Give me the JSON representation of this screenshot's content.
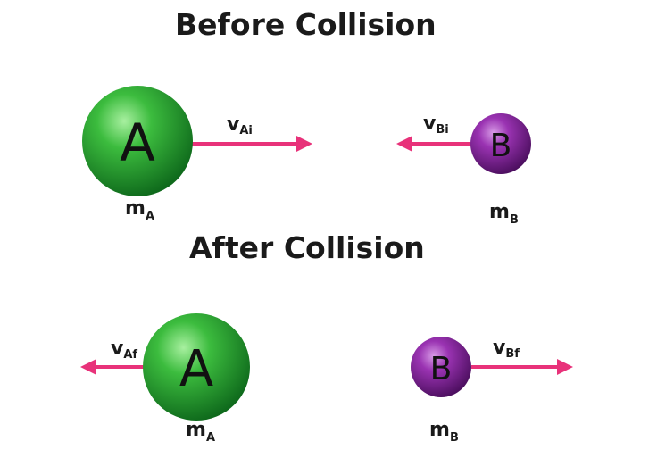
{
  "titles": {
    "before": "Before Collision",
    "after": "After Collision"
  },
  "colors": {
    "ball_a": "#2fa83a",
    "ball_b": "#8a2aa0",
    "arrow": "#e8327a"
  },
  "before": {
    "ball_a": {
      "letter": "A",
      "mass_main": "m",
      "mass_sub": "A",
      "velocity_main": "v",
      "velocity_sub": "Ai",
      "direction": "right"
    },
    "ball_b": {
      "letter": "B",
      "mass_main": "m",
      "mass_sub": "B",
      "velocity_main": "v",
      "velocity_sub": "Bi",
      "direction": "left"
    }
  },
  "after": {
    "ball_a": {
      "letter": "A",
      "mass_main": "m",
      "mass_sub": "A",
      "velocity_main": "v",
      "velocity_sub": "Af",
      "direction": "left"
    },
    "ball_b": {
      "letter": "B",
      "mass_main": "m",
      "mass_sub": "B",
      "velocity_main": "v",
      "velocity_sub": "Bf",
      "direction": "right"
    }
  }
}
